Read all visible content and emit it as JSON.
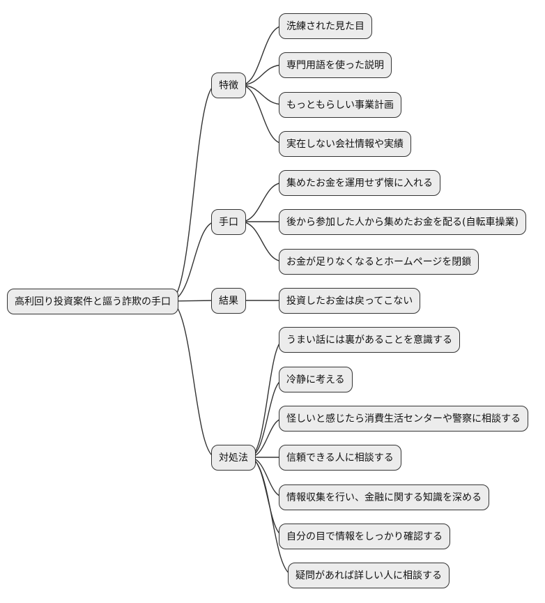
{
  "diagram": {
    "type": "mindmap",
    "background_color": "#ffffff",
    "node_fill_color": "#ececec",
    "node_border_color": "#333333",
    "connector_color": "#333333",
    "text_color": "#111111",
    "root": {
      "label": "高利回り投資案件と謳う詐欺の手口"
    },
    "branches": [
      {
        "label": "特徴",
        "children": [
          "洗練された見た目",
          "専門用語を使った説明",
          "もっともらしい事業計画",
          "実在しない会社情報や実績"
        ]
      },
      {
        "label": "手口",
        "children": [
          "集めたお金を運用せず懐に入れる",
          "後から参加した人から集めたお金を配る(自転車操業)",
          "お金が足りなくなるとホームページを閉鎖"
        ]
      },
      {
        "label": "結果",
        "children": [
          "投資したお金は戻ってこない"
        ]
      },
      {
        "label": "対処法",
        "children": [
          "うまい話には裏があることを意識する",
          "冷静に考える",
          "怪しいと感じたら消費生活センターや警察に相談する",
          "信頼できる人に相談する",
          "情報収集を行い、金融に関する知識を深める",
          "自分の目で情報をしっかり確認する",
          "疑問があれば詳しい人に相談する"
        ]
      }
    ]
  }
}
